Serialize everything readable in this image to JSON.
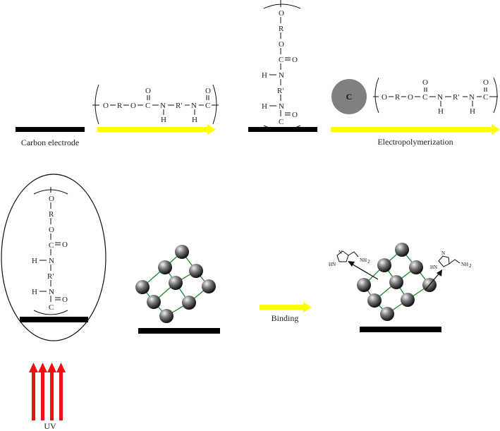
{
  "labels": {
    "carbon_electrode": "Carbon electrode",
    "electropolymerization": "Electropolymerization",
    "binding": "Binding",
    "uv": "UV",
    "carbon_particle": "C"
  },
  "formula": {
    "backbone": [
      "O",
      "R",
      "O",
      "C",
      "N",
      "R'",
      "N",
      "C"
    ],
    "oxygen": "O",
    "hydrogen": "H"
  },
  "histamine": {
    "amine": "NH",
    "amine_subscript": "2",
    "ring_nh": "HN",
    "ring_n": "N"
  },
  "colors": {
    "arrow_yellow": "#ffff00",
    "arrow_red": "#ee1111",
    "electrode": "#000000",
    "particle": "#808080",
    "sphere": "#333333",
    "link_green": "#1a8a2a"
  }
}
